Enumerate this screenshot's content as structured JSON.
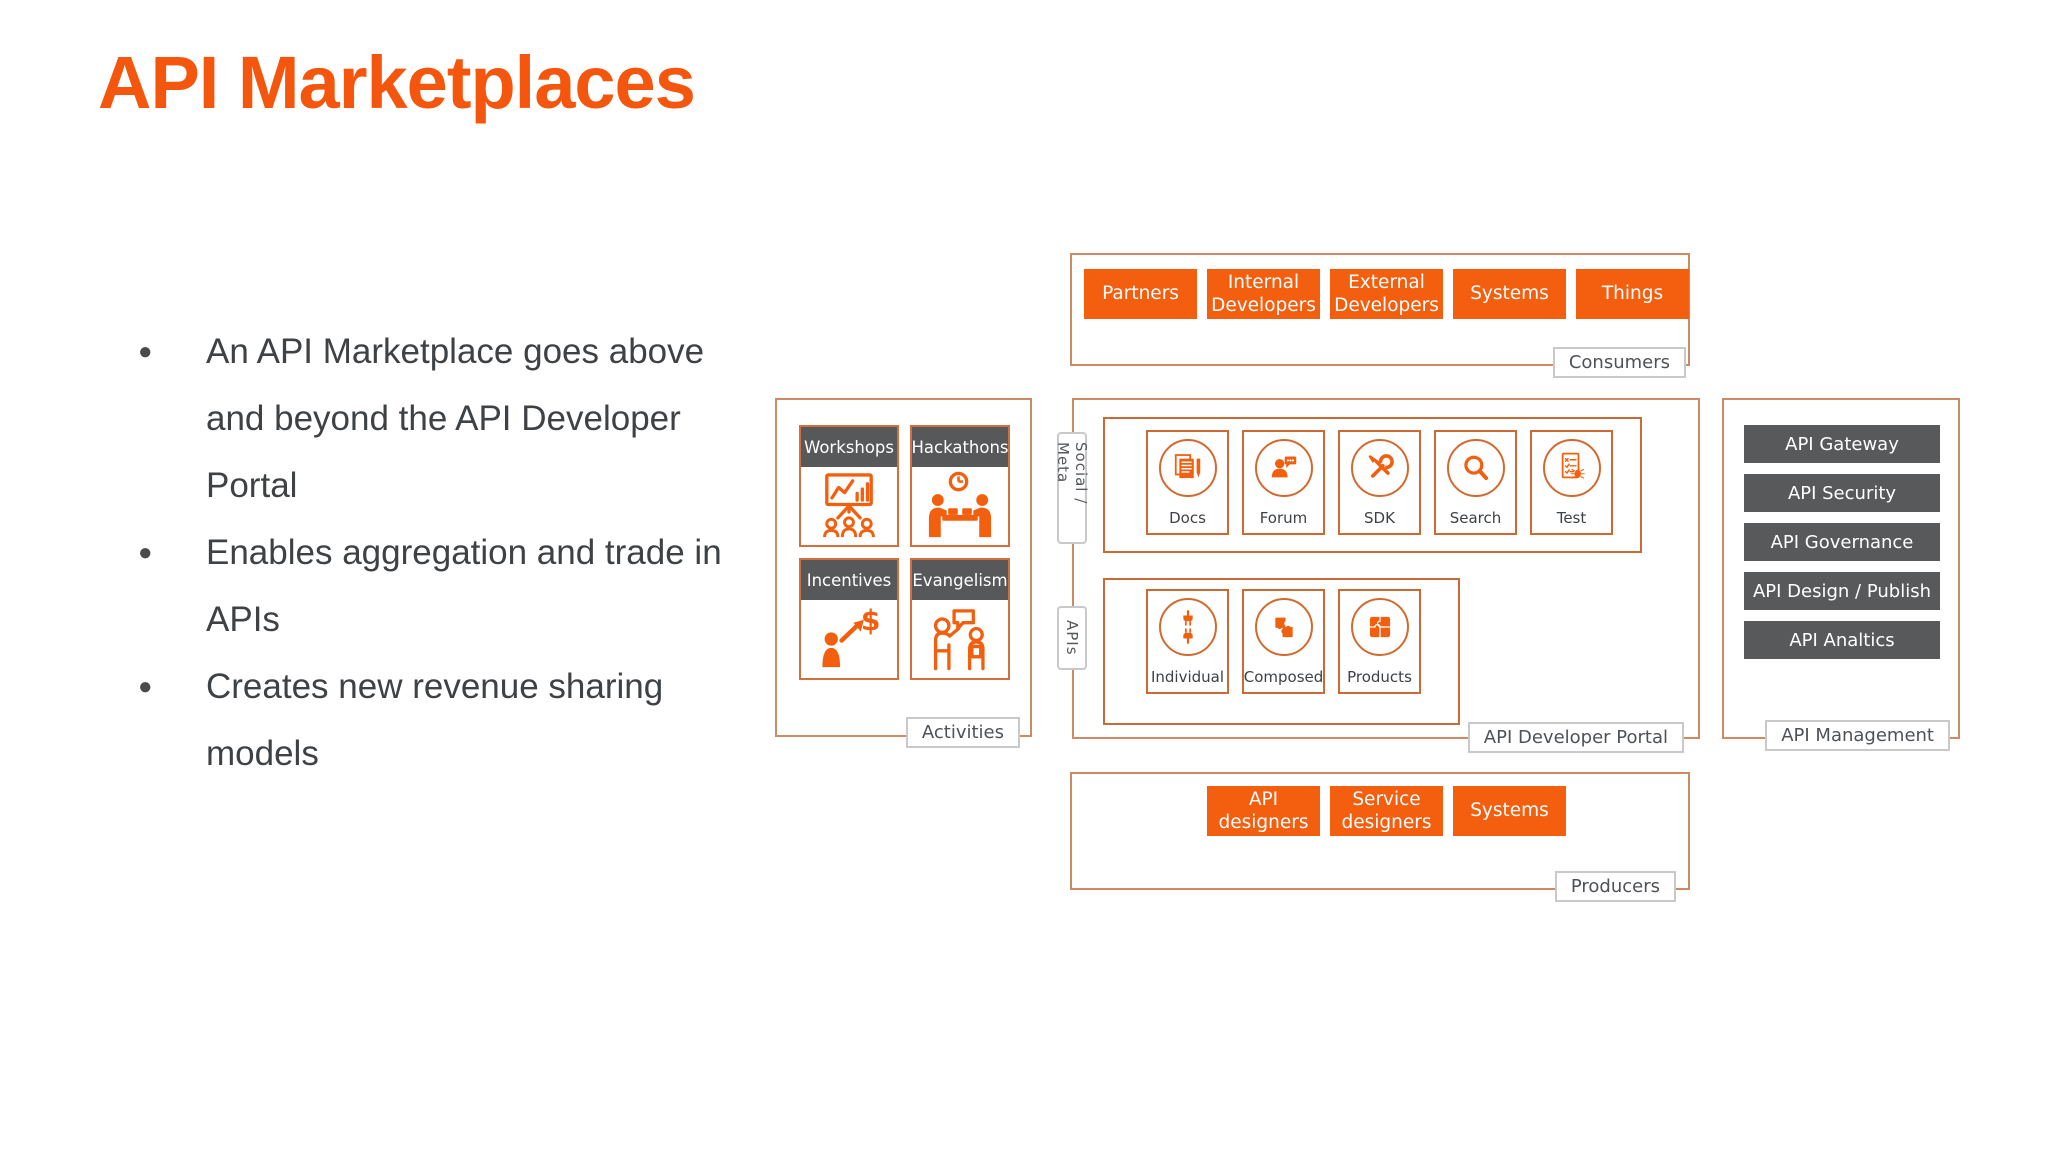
{
  "title": "API Marketplaces",
  "bullets": [
    "An API Marketplace goes above and beyond the API Developer Portal",
    "Enables aggregation and trade in APIs",
    "Creates new revenue sharing models"
  ],
  "colors": {
    "accent_orange": "#F45E0F",
    "outer_box_border": "#CD8A63",
    "inner_box_border": "#C96B35",
    "dark_gray": "#58595B",
    "chip_border": "#C8C9CB"
  },
  "consumers": {
    "label": "Consumers",
    "buttons": [
      "Partners",
      "Internal Developers",
      "External Developers",
      "Systems",
      "Things"
    ]
  },
  "activities": {
    "label": "Activities",
    "tiles": [
      {
        "name": "Workshops",
        "icon": "workshops-icon"
      },
      {
        "name": "Hackathons",
        "icon": "hackathons-icon"
      },
      {
        "name": "Incentives",
        "icon": "incentives-icon"
      },
      {
        "name": "Evangelism",
        "icon": "evangelism-icon"
      }
    ]
  },
  "portal": {
    "label": "API Developer Portal",
    "social_meta": {
      "label": "Social / Meta",
      "tiles": [
        {
          "name": "Docs",
          "icon": "docs-icon"
        },
        {
          "name": "Forum",
          "icon": "forum-icon"
        },
        {
          "name": "SDK",
          "icon": "sdk-icon"
        },
        {
          "name": "Search",
          "icon": "search-icon"
        },
        {
          "name": "Test",
          "icon": "test-icon"
        }
      ]
    },
    "apis": {
      "label": "APIs",
      "tiles": [
        {
          "name": "Individual",
          "icon": "individual-icon"
        },
        {
          "name": "Composed",
          "icon": "composed-icon"
        },
        {
          "name": "Products",
          "icon": "products-icon"
        }
      ]
    }
  },
  "management": {
    "label": "API Management",
    "buttons": [
      "API Gateway",
      "API Security",
      "API Governance",
      "API Design / Publish",
      "API Analtics"
    ]
  },
  "producers": {
    "label": "Producers",
    "buttons": [
      "API designers",
      "Service designers",
      "Systems"
    ]
  }
}
